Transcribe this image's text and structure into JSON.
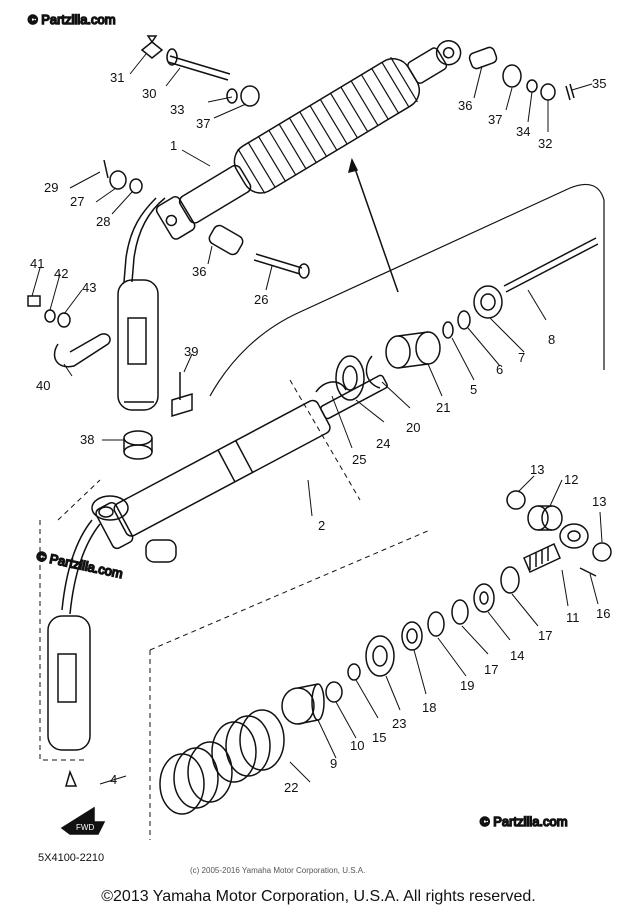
{
  "watermarks": [
    "© Partzilla.com",
    "© Partzilla.com",
    "© Partzilla.com"
  ],
  "part_code": "5X4100-2210",
  "inner_copyright": "(c) 2005-2016 Yamaha Motor Corporation, U.S.A.",
  "copyright": "©2013 Yamaha Motor Corporation, U.S.A. All rights reserved.",
  "fwd_label": "FWD",
  "callouts": {
    "c1": "1",
    "c2": "2",
    "c4": "4",
    "c5": "5",
    "c6": "6",
    "c7": "7",
    "c8": "8",
    "c9": "9",
    "c10": "10",
    "c11": "11",
    "c12": "12",
    "c13a": "13",
    "c13b": "13",
    "c14": "14",
    "c15": "15",
    "c16": "16",
    "c17a": "17",
    "c17b": "17",
    "c18": "18",
    "c19": "19",
    "c20": "20",
    "c21": "21",
    "c22": "22",
    "c23": "23",
    "c24": "24",
    "c25": "25",
    "c26": "26",
    "c27": "27",
    "c28": "28",
    "c29": "29",
    "c30": "30",
    "c31": "31",
    "c32": "32",
    "c33": "33",
    "c34": "34",
    "c35": "35",
    "c36a": "36",
    "c36b": "36",
    "c37a": "37",
    "c37b": "37",
    "c38": "38",
    "c39": "39",
    "c40": "40",
    "c41": "41",
    "c42": "42",
    "c43": "43"
  }
}
